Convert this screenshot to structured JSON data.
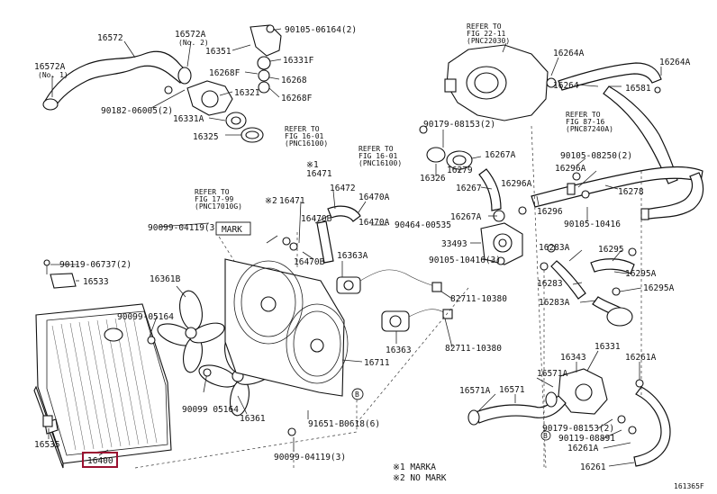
{
  "labels": {
    "l16572": "16572",
    "l16572A_no2": "16572A",
    "no2": "(No. 2)",
    "l16572A_no1": "16572A",
    "no1": "(No. 1)",
    "l90182": "90182-06005(2)",
    "l16351": "16351",
    "l90105_06164": "90105-06164(2)",
    "l16331F": "16331F",
    "l16268F_a": "16268F",
    "l16268": "16268",
    "l16321": "16321",
    "l16268F_b": "16268F",
    "l16331A": "16331A",
    "l16325": "16325",
    "ref1601_a": "REFER TO",
    "ref1601_a2": "FIG 16-01",
    "ref1601_a3": "(PNC16100)",
    "ref2211": "REFER TO",
    "ref2211b": "FIG 22-11",
    "ref2211c": "(PNC22030)",
    "l16264A_a": "16264A",
    "l16264": "16264",
    "l16581": "16581",
    "l16264A_b": "16264A",
    "ref8716": "REFER TO",
    "ref8716b": "FIG 87-16",
    "ref8716c": "(PNC87240A)",
    "l90179_08153_2": "90179-08153(2)",
    "l16267A_a": "16267A",
    "l16279": "16279",
    "l16326": "16326",
    "ref1601_b": "REFER TO",
    "ref1601_b2": "FIG 16-01",
    "ref1601_b3": "(PNC16100)",
    "l16267": "16267",
    "l16296A_a": "16296A",
    "l90105_08250": "90105-08250(2)",
    "l16296A_b": "16296A",
    "l16278": "16278",
    "l16296": "16296",
    "l16267A_b": "16267A",
    "l90105_10416": "90105-10416",
    "l33493": "33493",
    "l90105_10416_3": "90105-10416(3)",
    "l16283A": "16283A",
    "l16295": "16295",
    "l16295A_a": "16295A",
    "l16283": "16283",
    "l16295A_b": "16295A",
    "l16283A_b": "16283A",
    "ref1799": "REFER TO",
    "ref1799b": "FIG 17-99",
    "ref1799c": "(PNC17010G)",
    "mark1": "※1",
    "l16471_a": "16471",
    "mark2": "※2",
    "l16471_b": "16471",
    "l16472": "16472",
    "l16470A_a": "16470A",
    "l16470B": "16470B",
    "l90464": "90464-00535",
    "l16470A_b": "16470A",
    "l16470B_b": "16470B",
    "l16363A": "16363A",
    "l90099_04119_3a": "90099-04119(3)",
    "mark_box": "MARK",
    "l90119": "90119-06737(2)",
    "l16533": "16533",
    "l16361B": "16361B",
    "l90099_05164": "90099-05164",
    "l82711_a": "82711-10380",
    "l82711_b": "82711-10380",
    "l16363": "16363",
    "l16711": "16711",
    "l90099_05164b": "90099 05164",
    "l16361": "16361",
    "l16535": "16535",
    "l16400": "16400",
    "l91651": "91651-B0618(6)",
    "l90099_04119_3b": "90099-04119(3)",
    "circleB_a": "B",
    "circleB_b": "B",
    "l16331": "16331",
    "l16343": "16343",
    "l16261A_a": "16261A",
    "l16571A_a": "16571A",
    "l16571A_b": "16571A",
    "l16571": "16571",
    "l90179_08153_2b": "90179-08153(2)",
    "l90119_08891": "90119-08891",
    "l16261A_b": "16261A",
    "l16261": "16261",
    "legend1": "※1 MARKA",
    "legend2": "※2 NO MARK",
    "code": "161365F"
  },
  "colors": {
    "highlight": "#9a1030"
  }
}
